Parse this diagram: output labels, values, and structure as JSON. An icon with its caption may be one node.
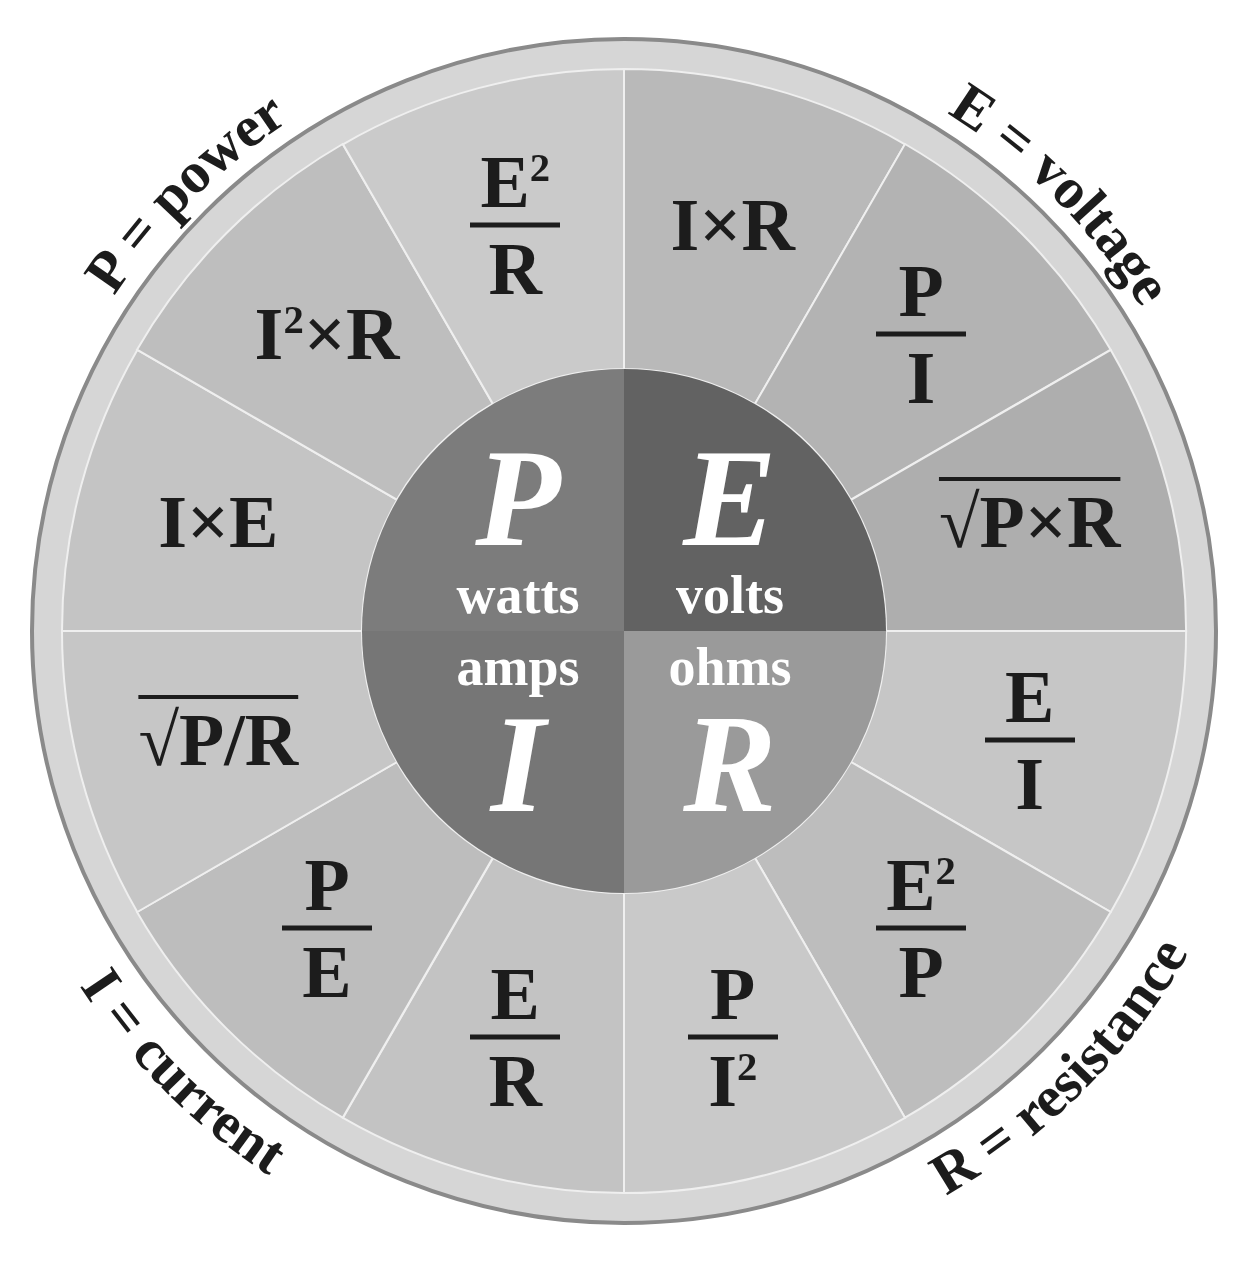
{
  "diagram": {
    "nodes": [
      {
        "text": [
          "I×R"
        ]
      },
      {
        "text": [
          "P",
          "I"
        ]
      },
      {
        "text": [
          "√P×R"
        ]
      },
      {
        "text": [
          "E",
          "I"
        ]
      },
      {
        "text": [
          "E$^{2}$",
          "P"
        ]
      },
      {
        "text": [
          "P",
          "I$^{2}$"
        ]
      },
      {
        "text": [
          "E",
          "R"
        ]
      },
      {
        "text": [
          "P",
          "E"
        ]
      },
      {
        "text": [
          "√P/R"
        ]
      },
      {
        "text": [
          "I×E"
        ]
      },
      {
        "text": [
          "I$^{2}$×R"
        ]
      },
      {
        "text": [
          "E$^{2}$",
          "R"
        ]
      },
      {
        "text": [
          "P",
          "watts"
        ]
      },
      {
        "text": [
          "E",
          "volts"
        ]
      },
      {
        "text": [
          "amps",
          "I"
        ]
      },
      {
        "text": [
          "ohms",
          "R"
        ]
      }
    ],
    "labels": [
      "P = power",
      "E = voltage",
      "I = current",
      "R = resistance"
    ]
  }
}
